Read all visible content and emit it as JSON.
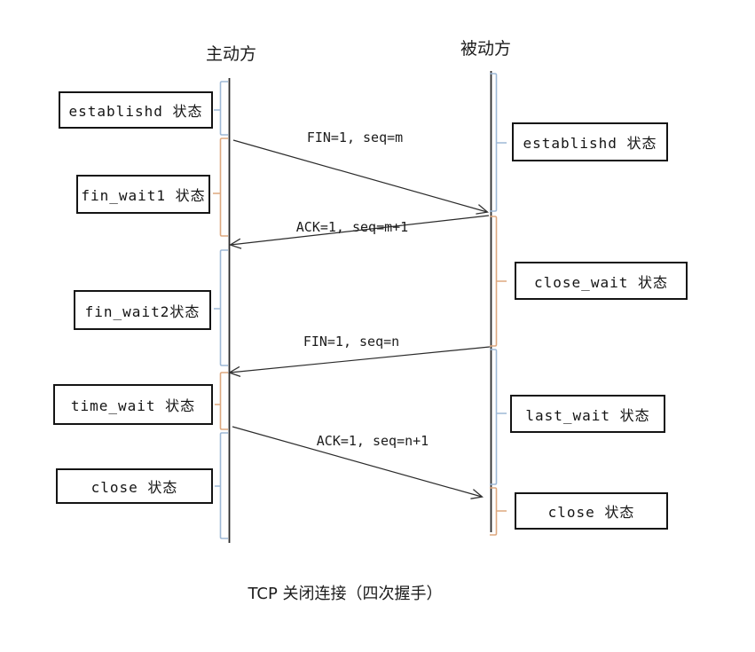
{
  "title": "TCP 关闭连接（四次握手）",
  "actors": {
    "left": "主动方",
    "right": "被动方"
  },
  "left_states": [
    {
      "label": "establishd 状态"
    },
    {
      "label": "fin_wait1 状态"
    },
    {
      "label": "fin_wait2状态"
    },
    {
      "label": "time_wait 状态"
    },
    {
      "label": "close 状态"
    }
  ],
  "right_states": [
    {
      "label": "establishd 状态"
    },
    {
      "label": "close_wait 状态"
    },
    {
      "label": "last_wait 状态"
    },
    {
      "label": "close 状态"
    }
  ],
  "messages": [
    {
      "label": "FIN=1, seq=m",
      "from": "主动方",
      "to": "被动方"
    },
    {
      "label": "ACK=1, seq=m+1",
      "from": "被动方",
      "to": "主动方"
    },
    {
      "label": "FIN=1, seq=n",
      "from": "被动方",
      "to": "主动方"
    },
    {
      "label": "ACK=1, seq=n+1",
      "from": "主动方",
      "to": "被动方"
    }
  ],
  "colors": {
    "brace_blue": "#9db8d6",
    "brace_orange": "#dda87f",
    "line": "#2b2b2b"
  }
}
